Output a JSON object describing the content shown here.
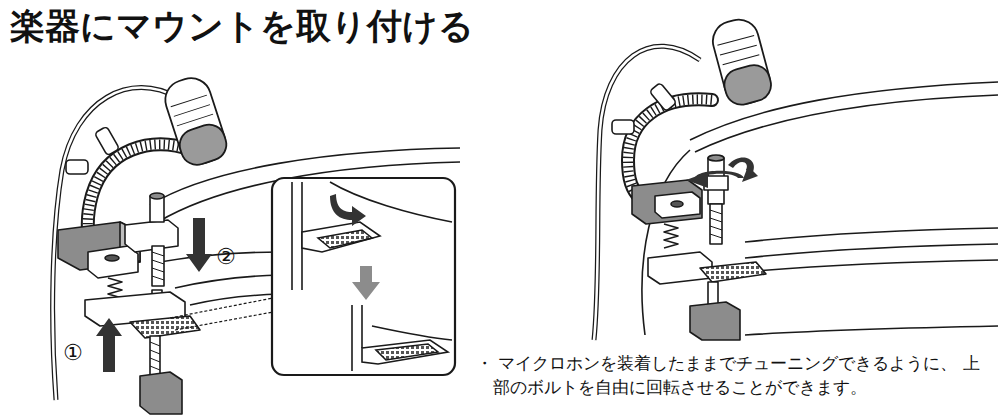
{
  "diagram": {
    "title": "楽器にマウントを取り付ける",
    "labels": [
      "②",
      "①",
      "・ マイクロホンを装着したままでチューニングできるように、 上部のボルトを自由に回転させることができます。"
    ]
  }
}
